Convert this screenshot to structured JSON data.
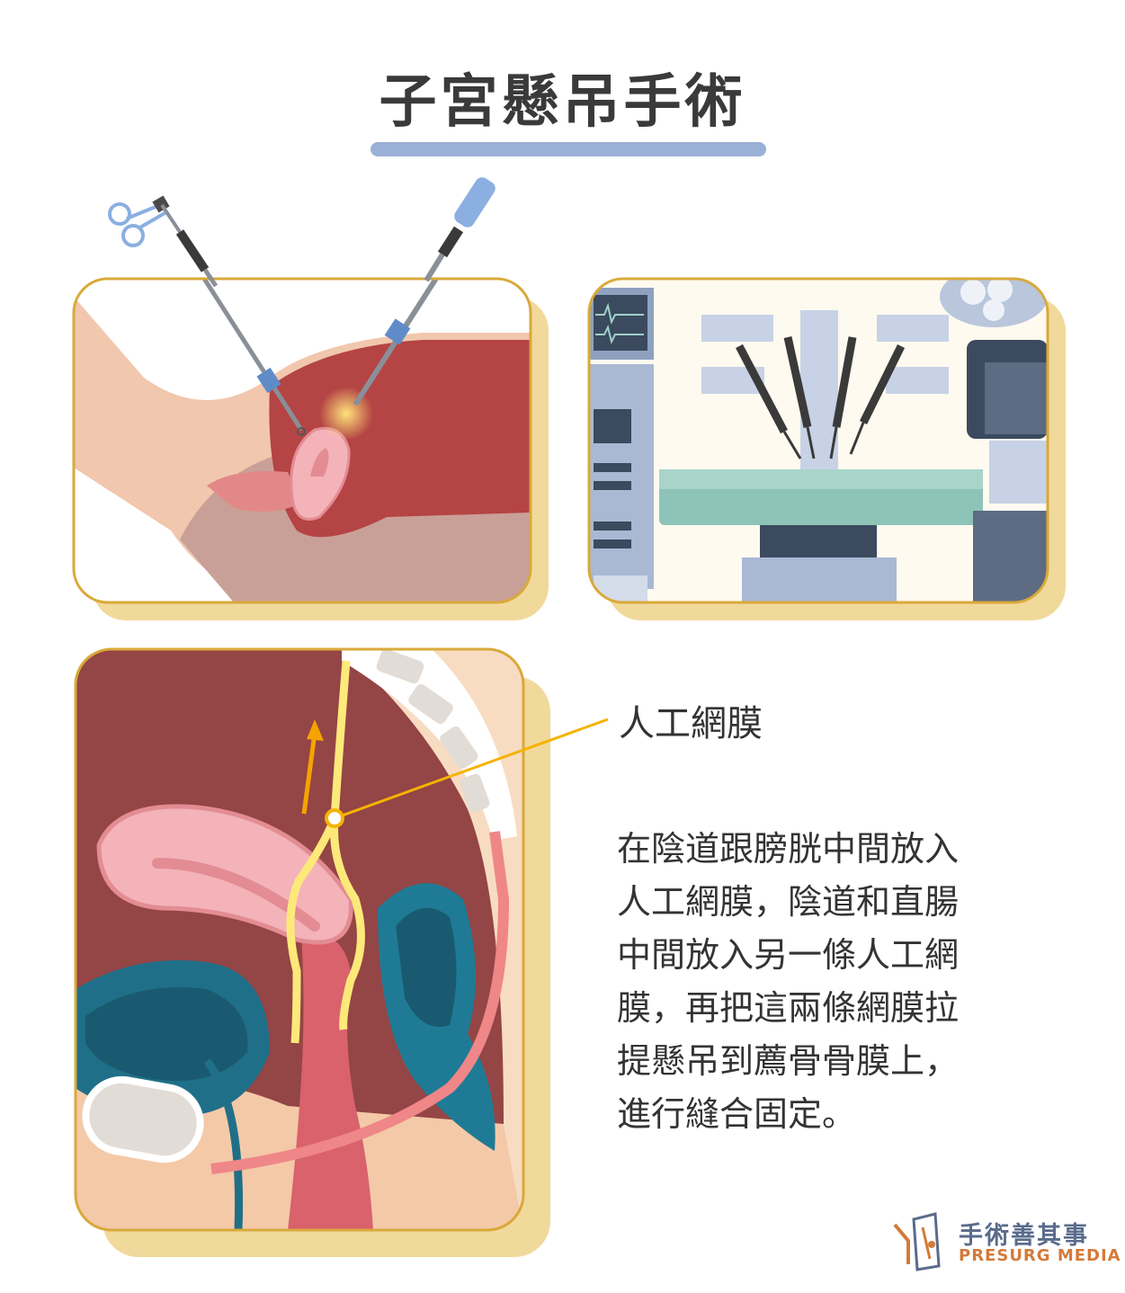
{
  "title": "子宮懸吊手術",
  "callout": {
    "label": "人工網膜"
  },
  "description": {
    "lines": [
      "在陰道跟膀胱中間放入",
      "人工網膜，陰道和直腸",
      "中間放入另一條人工網",
      "膜，再把這兩條網膜拉",
      "提懸吊到薦骨骨膜上，",
      "進行縫合固定。"
    ]
  },
  "brand": {
    "name_zh": "手術善其事",
    "name_en": "PRESURG MEDIA"
  },
  "colors": {
    "title_bar": "#9bb0d6",
    "panel_border": "#d9a93a",
    "panel_shadow": "#f1d99b",
    "callout_line": "#f5b301",
    "brand_orange": "#d47a3a"
  }
}
